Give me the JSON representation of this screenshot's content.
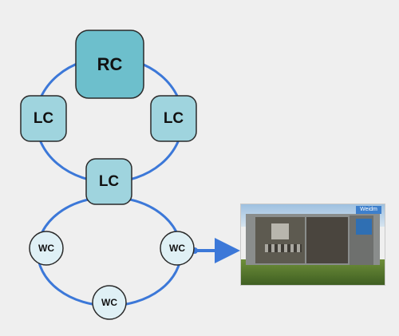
{
  "colors": {
    "line": "#3c78d8",
    "rc_fill": "#6dbfcc",
    "lc_fill": "#9fd4de",
    "wc_fill": "#dff0f5",
    "stroke": "#2a2a2a"
  },
  "nodes": {
    "rc": {
      "label": "RC"
    },
    "lc_left": {
      "label": "LC"
    },
    "lc_right": {
      "label": "LC"
    },
    "lc_bottom": {
      "label": "LC"
    },
    "wc_left": {
      "label": "WC"
    },
    "wc_right": {
      "label": "WC"
    },
    "wc_bottom": {
      "label": "WC"
    }
  },
  "photo": {
    "logo_text": "Weidm"
  }
}
